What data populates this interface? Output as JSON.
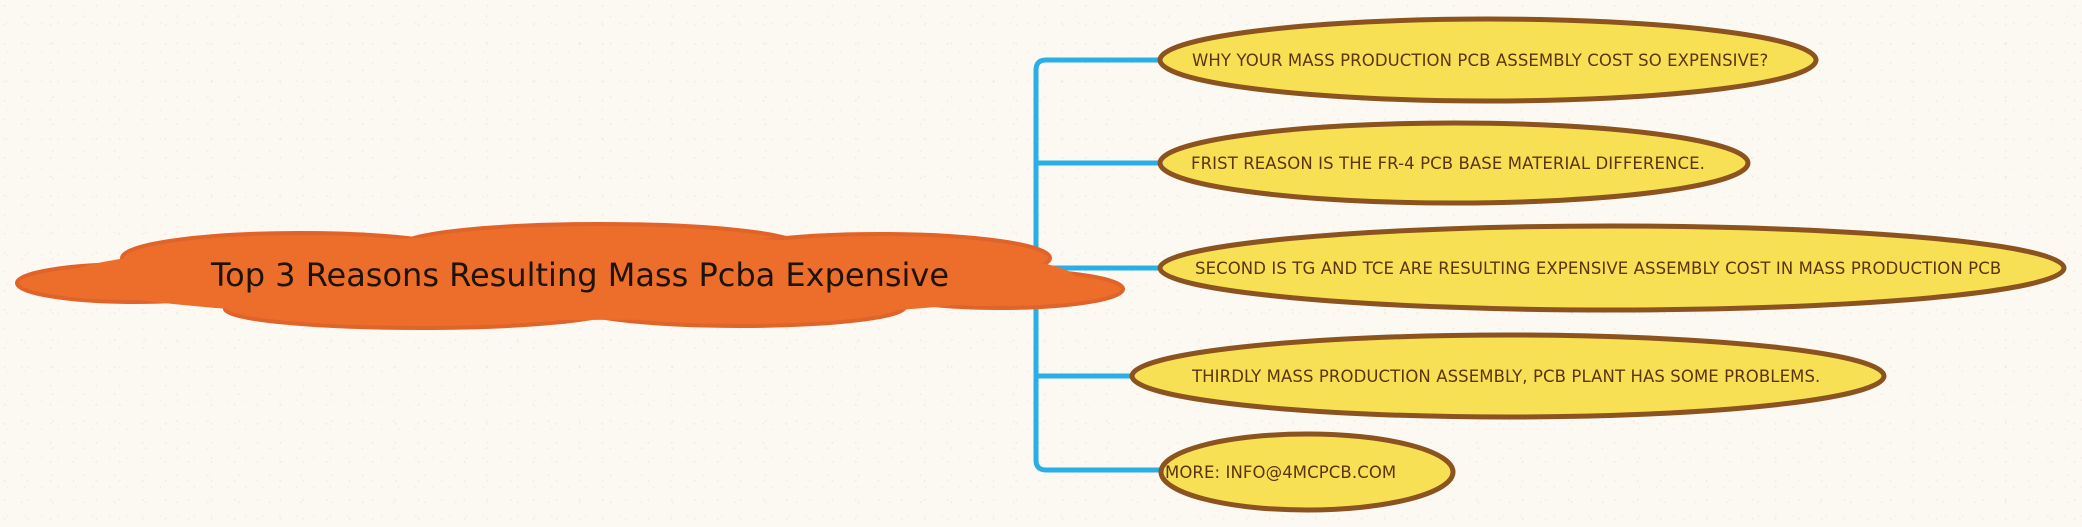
{
  "central_topic": "Top 3 Reasons Resulting Mass Pcba Expensive",
  "topics": [
    "WHY YOUR MASS PRODUCTION PCB ASSEMBLY COST SO EXPENSIVE?",
    "FRIST REASON IS THE FR-4 PCB BASE MATERIAL DIFFERENCE.",
    "SECOND IS TG AND TCE ARE RESULTING EXPENSIVE ASSEMBLY COST IN MASS PRODUCTION PCB",
    "THIRDLY MASS PRODUCTION ASSEMBLY, PCB PLANT HAS SOME PROBLEMS.",
    "MORE: INFO@4MCPCB.COM"
  ],
  "colors": {
    "central_fill": "#ec6e2a",
    "central_stroke": "#e0642a",
    "node_fill": "#f7e054",
    "node_stroke": "#8a5320",
    "connector": "#2aaee6"
  }
}
